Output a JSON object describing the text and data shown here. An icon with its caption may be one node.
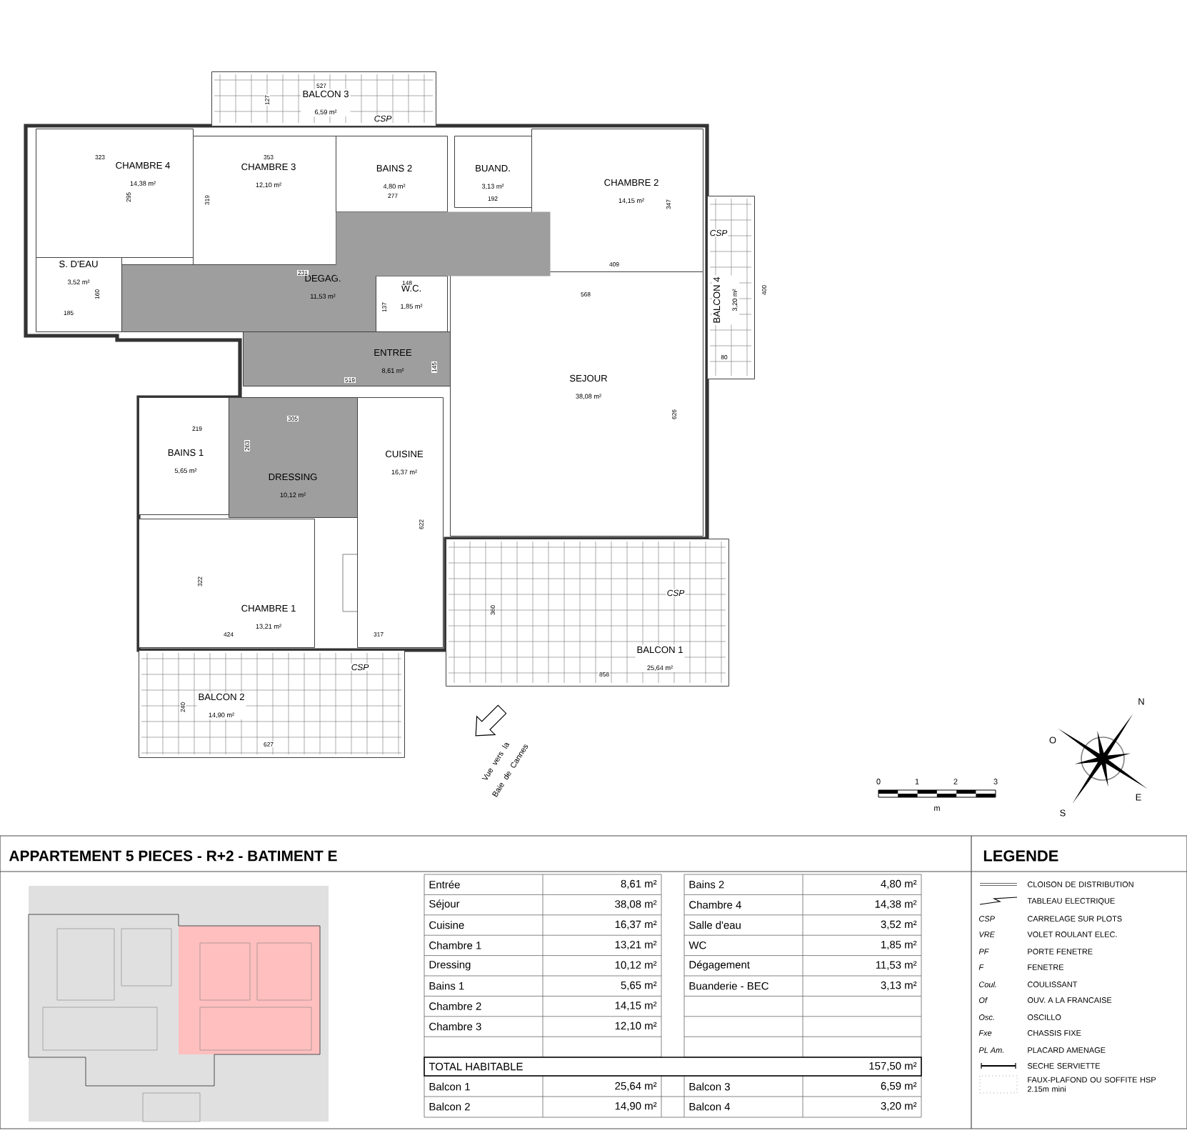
{
  "diagram": {
    "title": "APPARTEMENT 5 PIECES - R+2 - BATIMENT E",
    "nodes": [
      {
        "text": [
          "BALCON 3",
          "6,59 m²"
        ]
      },
      {
        "text": [
          "CHAMBRE 4",
          "14,38 m²"
        ]
      },
      {
        "text": [
          "CHAMBRE 3",
          "12,10 m²"
        ]
      },
      {
        "text": [
          "BAINS 2",
          "4,80 m²"
        ]
      },
      {
        "text": [
          "BUAND.",
          "3,13 m²"
        ]
      },
      {
        "text": [
          "CHAMBRE 2",
          "14,15 m²"
        ]
      },
      {
        "text": [
          "S. D'EAU",
          "3,52 m²"
        ]
      },
      {
        "text": [
          "DEGAG.",
          "11,53 m²"
        ]
      },
      {
        "text": [
          "W.C.",
          "1,85 m²"
        ]
      },
      {
        "text": [
          "BALCON 4",
          "3,20 m²"
        ]
      },
      {
        "text": [
          "ENTREE",
          "8,61 m²"
        ]
      },
      {
        "text": [
          "SEJOUR",
          "38,08 m²"
        ]
      },
      {
        "text": [
          "BAINS 1",
          "5,65 m²"
        ]
      },
      {
        "text": [
          "DRESSING",
          "10,12 m²"
        ]
      },
      {
        "text": [
          "CUISINE",
          "16,37 m²"
        ]
      },
      {
        "text": [
          "CHAMBRE 1",
          "13,21 m²"
        ]
      },
      {
        "text": [
          "BALCON 1",
          "25,64 m²"
        ]
      },
      {
        "text": [
          "BALCON 2",
          "14,90 m²"
        ]
      },
      {
        "text": [],
        "shape": "box"
      }
    ],
    "labels": [
      "527",
      "127",
      "CSP",
      "323",
      "353",
      "295",
      "319",
      "277",
      "192",
      "347",
      "CSP",
      "409",
      "231",
      "148",
      "400",
      "160",
      "568",
      "137",
      "185",
      "80",
      "145",
      "519",
      "626",
      "305",
      "219",
      "263",
      "622",
      "322",
      "CSP",
      "360",
      "424",
      "317",
      "858",
      "CSP",
      "240",
      "Vue vers la Baie de Cannes",
      "627",
      "0",
      "1",
      "2",
      "3",
      "m",
      "O",
      "N",
      "E",
      "S",
      "LEGENDE",
      "Entrée",
      "8,61 m²",
      "Bains 2",
      "4,80 m²",
      "Séjour",
      "38,08 m²",
      "Chambre 4",
      "14,38 m²",
      "Cuisine",
      "16,37 m²",
      "Salle d'eau",
      "3,52 m²",
      "Chambre 1",
      "13,21 m²",
      "WC",
      "1,85 m²",
      "Dressing",
      "10,12 m²",
      "Dégagement",
      "11,53 m²",
      "Bains 1",
      "5,65 m²",
      "Buanderie - BEC",
      "3,13 m²",
      "Chambre 2",
      "14,15 m²",
      "Chambre 3",
      "12,10 m²",
      "TOTAL HABITABLE",
      "157,50 m²",
      "Balcon 1",
      "25,64 m²",
      "Balcon 3",
      "6,59 m²",
      "Balcon 2",
      "14,90 m²",
      "Balcon 4",
      "3,20 m²",
      "CSP",
      "CARRELAGE SUR PLOTS",
      "VRE",
      "VOLET ROULANT ELEC.",
      "PF",
      "PORTE FENETRE",
      "F",
      "FENETRE",
      "Coul.",
      "COULISSANT",
      "Of",
      "OUV. A LA FRANCAISE",
      "Osc.",
      "OSCILLO",
      "Fxe",
      "CHASSIS FIXE",
      "PL Am.",
      "PLACARD AMENAGE"
    ],
    "legend": [
      {
        "text": "CLOISON DE DISTRIBUTION"
      },
      {
        "text": "TABLEAU ELECTRIQUE"
      },
      {
        "text": "SECHE SERVIETTE"
      },
      {
        "text": "FAUX-PLAFOND OU SOFFITE HSP 2.15m mini"
      }
    ]
  }
}
